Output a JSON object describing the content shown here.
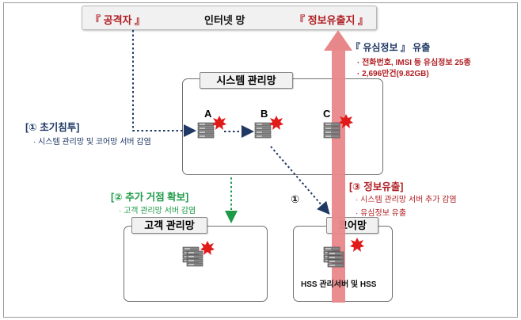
{
  "top_bar": {
    "attacker": "『 공격자 』",
    "internet": "인터넷 망",
    "exfil_site": "『 정보유출지 』"
  },
  "exfil_info": {
    "title": "『 유심정보 』 유출",
    "line1": "· 전화번호, IMSI 등 유심정보 25종",
    "line2": "· 2,696만건(9.82GB)"
  },
  "system_network": {
    "label": "시스템 관리망",
    "servers": [
      "A",
      "B",
      "C"
    ]
  },
  "customer_network": {
    "label": "고객 관리망"
  },
  "core_network": {
    "label": "코어망",
    "server_caption": "HSS 관리서버 및 HSS"
  },
  "step1": {
    "title": "[① 초기침투]",
    "line1": "· 시스템 관리망 및 코어망 서버 감염"
  },
  "step2": {
    "title": "[② 추가 거점 확보]",
    "line1": "· 고객 관리망 서버 감염"
  },
  "step3": {
    "title": "[③ 정보유출]",
    "line1": "· 시스템 관리망 서버 추가 감염",
    "line2": "· 유심정보 유출"
  },
  "marker_b_core": "①",
  "colors": {
    "dark_blue": "#1f3864",
    "green": "#1d9a48",
    "red": "#b01e23",
    "exfil_arrow": "#e8878a",
    "burst": "#e11a1a"
  }
}
